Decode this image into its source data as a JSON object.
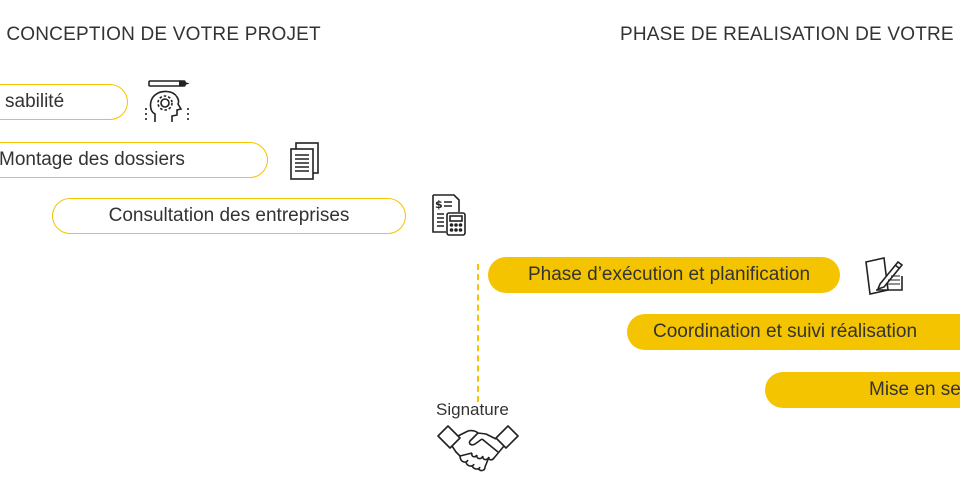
{
  "headings": {
    "left": "E CONCEPTION DE VOTRE PROJET",
    "right": "PHASE DE REALISATION DE VOTRE"
  },
  "pills": {
    "faisabilite": "sabilité",
    "montage": "Montage des dossiers",
    "consultation": "Consultation des entreprises",
    "execution": "Phase d’exécution et planification",
    "coordination": "Coordination et suivi réalisation",
    "mise": "Mise en se"
  },
  "signature": {
    "label": "Signature"
  },
  "icons": {
    "head": "head-gear-icon",
    "document": "document-icon",
    "calculator": "calculator-invoice-icon",
    "pen": "pen-paper-icon",
    "handshake": "handshake-icon"
  },
  "colors": {
    "accent": "#f5c400",
    "text": "#333333"
  }
}
